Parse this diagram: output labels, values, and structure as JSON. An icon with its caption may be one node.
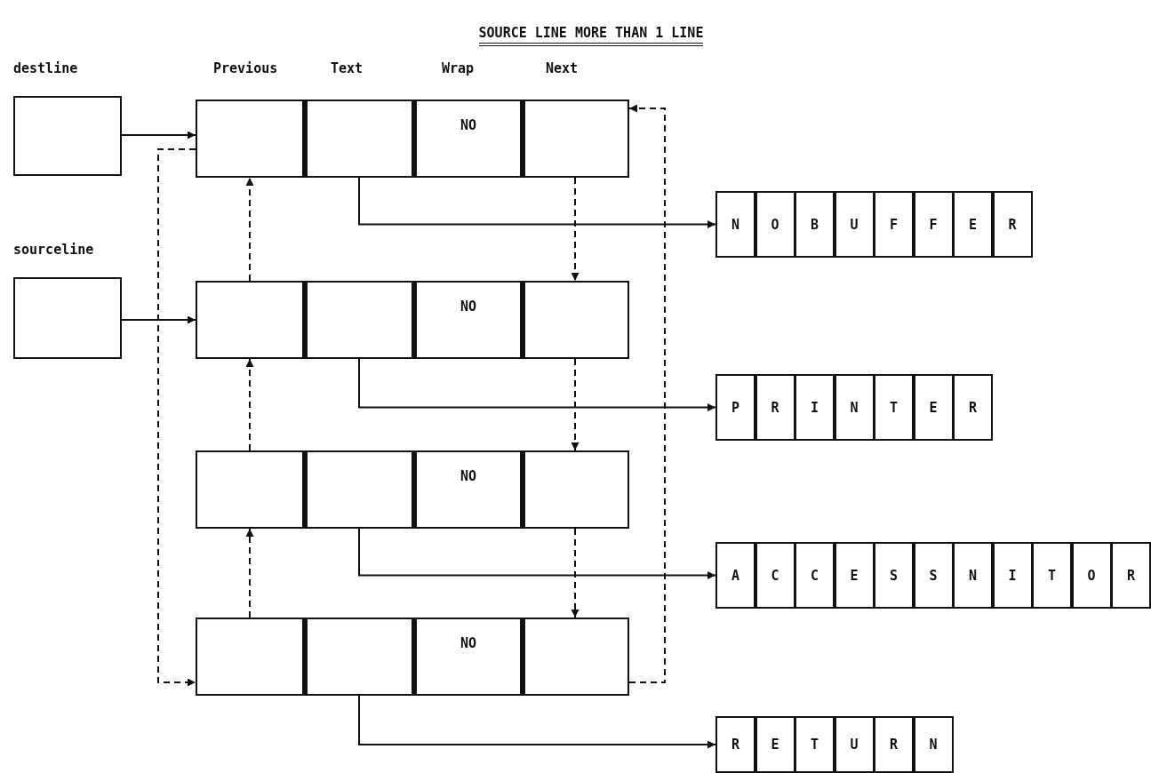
{
  "diagram": {
    "title": "SOURCE LINE MORE THAN 1 LINE",
    "nodes": [
      {
        "text": [
          "destline"
        ]
      },
      {
        "text": [
          "sourceline"
        ]
      },
      {
        "text": [],
        "shape": "box"
      },
      {
        "text": [],
        "shape": "box"
      },
      {
        "text": [
          "NO"
        ]
      },
      {
        "text": [],
        "shape": "box"
      },
      {
        "text": [],
        "shape": "box"
      },
      {
        "text": [],
        "shape": "box"
      },
      {
        "text": [
          "NO"
        ]
      },
      {
        "text": [],
        "shape": "box"
      },
      {
        "text": [],
        "shape": "box"
      },
      {
        "text": [],
        "shape": "box"
      },
      {
        "text": [
          "NO"
        ]
      },
      {
        "text": [],
        "shape": "box"
      },
      {
        "text": [],
        "shape": "box"
      },
      {
        "text": [],
        "shape": "box"
      },
      {
        "text": [
          "NO"
        ]
      },
      {
        "text": [],
        "shape": "box"
      },
      {
        "text": [
          "N"
        ]
      },
      {
        "text": [
          "O"
        ]
      },
      {
        "text": [
          "B"
        ]
      },
      {
        "text": [
          "U"
        ]
      },
      {
        "text": [
          "F"
        ]
      },
      {
        "text": [
          "F"
        ]
      },
      {
        "text": [
          "E"
        ]
      },
      {
        "text": [
          "R"
        ]
      },
      {
        "text": [
          "P"
        ]
      },
      {
        "text": [
          "R"
        ]
      },
      {
        "text": [
          "I"
        ]
      },
      {
        "text": [
          "N"
        ]
      },
      {
        "text": [
          "T"
        ]
      },
      {
        "text": [
          "E"
        ]
      },
      {
        "text": [
          "R"
        ]
      },
      {
        "text": [
          "A"
        ]
      },
      {
        "text": [
          "C"
        ]
      },
      {
        "text": [
          "C"
        ]
      },
      {
        "text": [
          "E"
        ]
      },
      {
        "text": [
          "S"
        ]
      },
      {
        "text": [
          "S"
        ]
      },
      {
        "text": [
          "N"
        ]
      },
      {
        "text": [
          "I"
        ]
      },
      {
        "text": [
          "T"
        ]
      },
      {
        "text": [
          "O"
        ]
      },
      {
        "text": [
          "R"
        ]
      },
      {
        "text": [
          "R"
        ]
      },
      {
        "text": [
          "E"
        ]
      },
      {
        "text": [
          "T"
        ]
      },
      {
        "text": [
          "U"
        ]
      },
      {
        "text": [
          "R"
        ]
      },
      {
        "text": [
          "N"
        ]
      }
    ],
    "edges": [
      {
        "from": 0,
        "to": 2,
        "arrow": "to"
      },
      {
        "from": 1,
        "to": 6,
        "arrow": "to"
      },
      {
        "from": 3,
        "to": 18,
        "arrow": "to"
      },
      {
        "from": 7,
        "to": 26,
        "arrow": "to"
      },
      {
        "from": 11,
        "to": 33,
        "arrow": "to"
      },
      {
        "from": 15,
        "to": 44,
        "arrow": "to"
      },
      {
        "from": 5,
        "to": 9,
        "arrow": "to",
        "style": "dashed"
      },
      {
        "from": 9,
        "to": 13,
        "arrow": "to",
        "style": "dashed"
      },
      {
        "from": 13,
        "to": 17,
        "arrow": "to",
        "style": "dashed"
      },
      {
        "from": 6,
        "to": 2,
        "arrow": "to",
        "style": "dashed"
      },
      {
        "from": 10,
        "to": 6,
        "arrow": "to",
        "style": "dashed"
      },
      {
        "from": 14,
        "to": 10,
        "arrow": "to",
        "style": "dashed"
      },
      {
        "from": 2,
        "to": 14,
        "arrow": "to",
        "style": "dashed"
      },
      {
        "from": 17,
        "to": 5,
        "arrow": "to",
        "style": "dashed"
      }
    ],
    "labels": [
      "Previous",
      "Text",
      "Wrap",
      "Next"
    ]
  }
}
